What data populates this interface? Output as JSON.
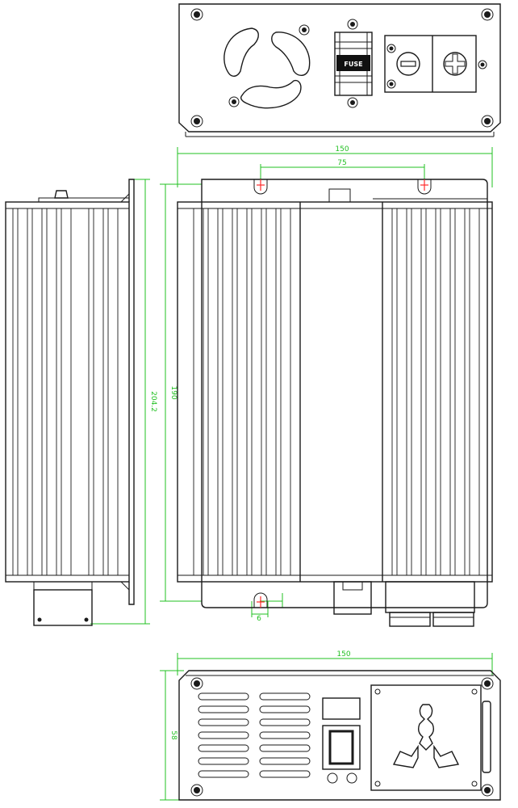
{
  "diagram": {
    "dimensions": {
      "top_width": "150",
      "top_hole_spacing": "75",
      "side_height": "204.2",
      "front_height": "190",
      "bottom_width": "150",
      "bottom_height": "58",
      "hole_offset": "6"
    },
    "labels": {
      "fuse": "FUSE"
    },
    "colors": {
      "line": "#1a1a1a",
      "dimension": "#22c022",
      "hole_marker": "#ff2a2a"
    }
  }
}
